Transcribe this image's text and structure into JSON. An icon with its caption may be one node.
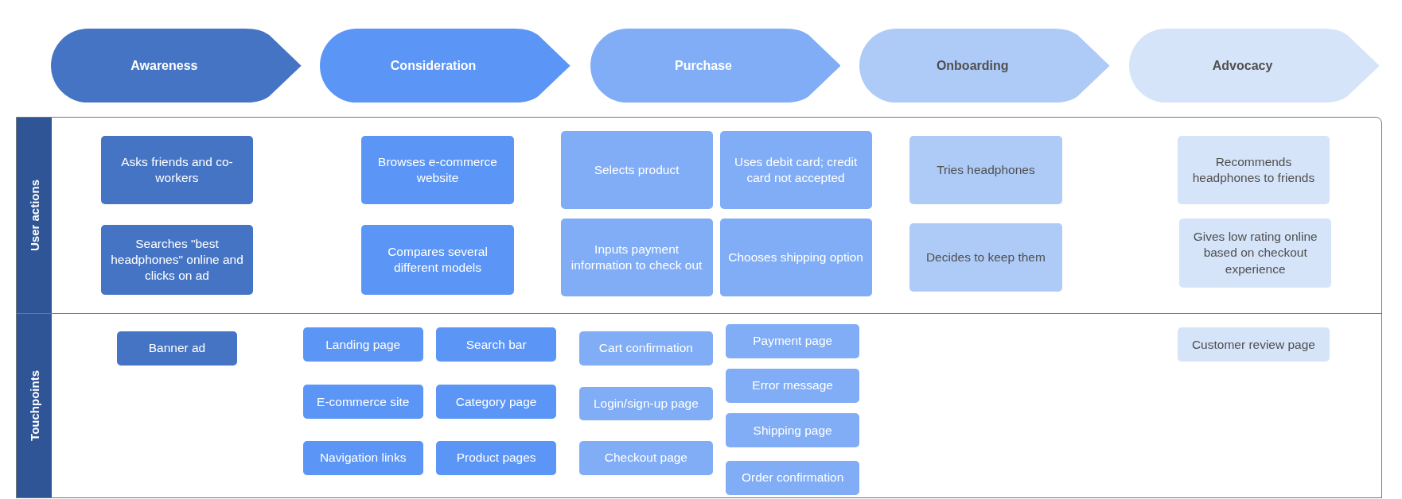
{
  "diagram": {
    "nodes": [
      {
        "text": [
          "Awareness"
        ]
      },
      {
        "text": [
          "Consideration"
        ]
      },
      {
        "text": [
          "Purchase"
        ]
      },
      {
        "text": [
          "Onboarding"
        ]
      },
      {
        "text": [
          "Advocacy"
        ]
      },
      {
        "text": [
          "User actions"
        ]
      },
      {
        "text": [
          "Asks friends and co-workers"
        ],
        "in": 5
      },
      {
        "text": [
          "Searches \"best headphones\" online and clicks on ad"
        ],
        "in": 5
      },
      {
        "text": [
          "Browses e-commerce website"
        ],
        "in": 5
      },
      {
        "text": [
          "Compares several different models"
        ],
        "in": 5
      },
      {
        "text": [
          "Selects product"
        ],
        "in": 5
      },
      {
        "text": [
          "Uses debit card; credit card not accepted"
        ],
        "in": 5
      },
      {
        "text": [
          "Inputs payment information to check out"
        ],
        "in": 5
      },
      {
        "text": [
          "Chooses shipping option"
        ],
        "in": 5
      },
      {
        "text": [
          "Tries headphones"
        ],
        "in": 5
      },
      {
        "text": [
          "Decides to keep them"
        ],
        "in": 5
      },
      {
        "text": [
          "Recommends headphones to friends"
        ],
        "in": 5
      },
      {
        "text": [
          "Gives low rating online based on checkout experience"
        ],
        "in": 5
      },
      {
        "text": [
          "Touchpoints"
        ]
      },
      {
        "text": [
          "Banner ad"
        ],
        "in": 18
      },
      {
        "text": [
          "Landing page"
        ],
        "in": 18
      },
      {
        "text": [
          "Search bar"
        ],
        "in": 18
      },
      {
        "text": [
          "E-commerce site"
        ],
        "in": 18
      },
      {
        "text": [
          "Category page"
        ],
        "in": 18
      },
      {
        "text": [
          "Navigation links"
        ],
        "in": 18
      },
      {
        "text": [
          "Product pages"
        ],
        "in": 18
      },
      {
        "text": [
          "Cart confirmation"
        ],
        "in": 18
      },
      {
        "text": [
          "Login/sign-up page"
        ],
        "in": 18
      },
      {
        "text": [
          "Checkout page"
        ],
        "in": 18
      },
      {
        "text": [
          "Payment page"
        ],
        "in": 18
      },
      {
        "text": [
          "Error message"
        ],
        "in": 18
      },
      {
        "text": [
          "Shipping page"
        ],
        "in": 18
      },
      {
        "text": [
          "Order confirmation"
        ],
        "in": 18
      },
      {
        "text": [
          "Customer review page"
        ],
        "in": 18
      }
    ]
  }
}
